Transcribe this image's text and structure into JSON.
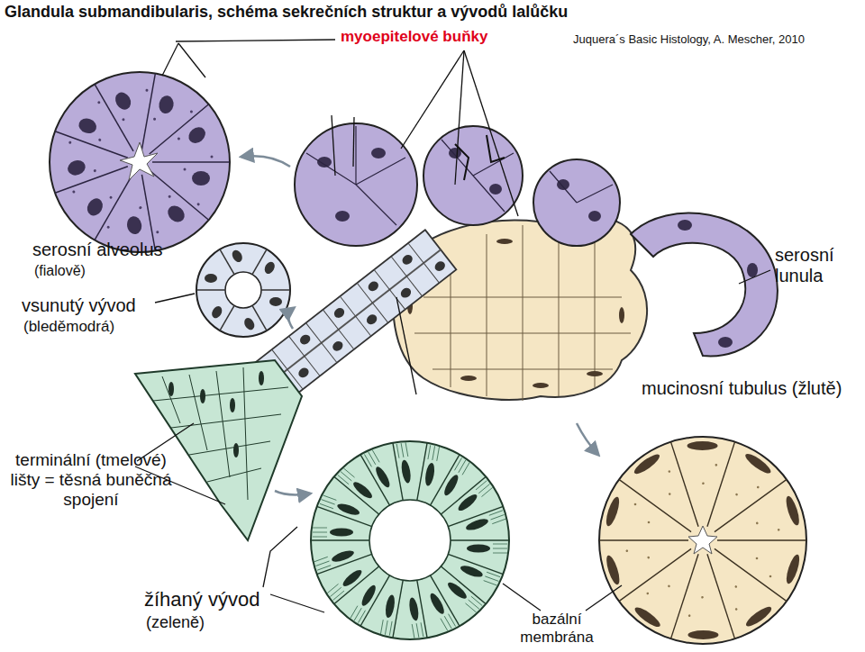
{
  "diagram": {
    "title": "Glandula submandibularis, schéma sekrečních struktur a vývodů lalůčku",
    "labels": [
      "myoepitelové buňky",
      "Juquera´s Basic Histology, A. Mescher, 2010",
      "serosní alveolus",
      "(fialově)",
      "vsunutý vývod",
      "(bleděmodrá)",
      "serosní lunula",
      "mucinosní tubulus (žlutě)",
      "terminální (tmelové) lišty = těsná buněčná spojení",
      "žíhaný vývod",
      "(zeleně)",
      "bazální membrána"
    ]
  }
}
